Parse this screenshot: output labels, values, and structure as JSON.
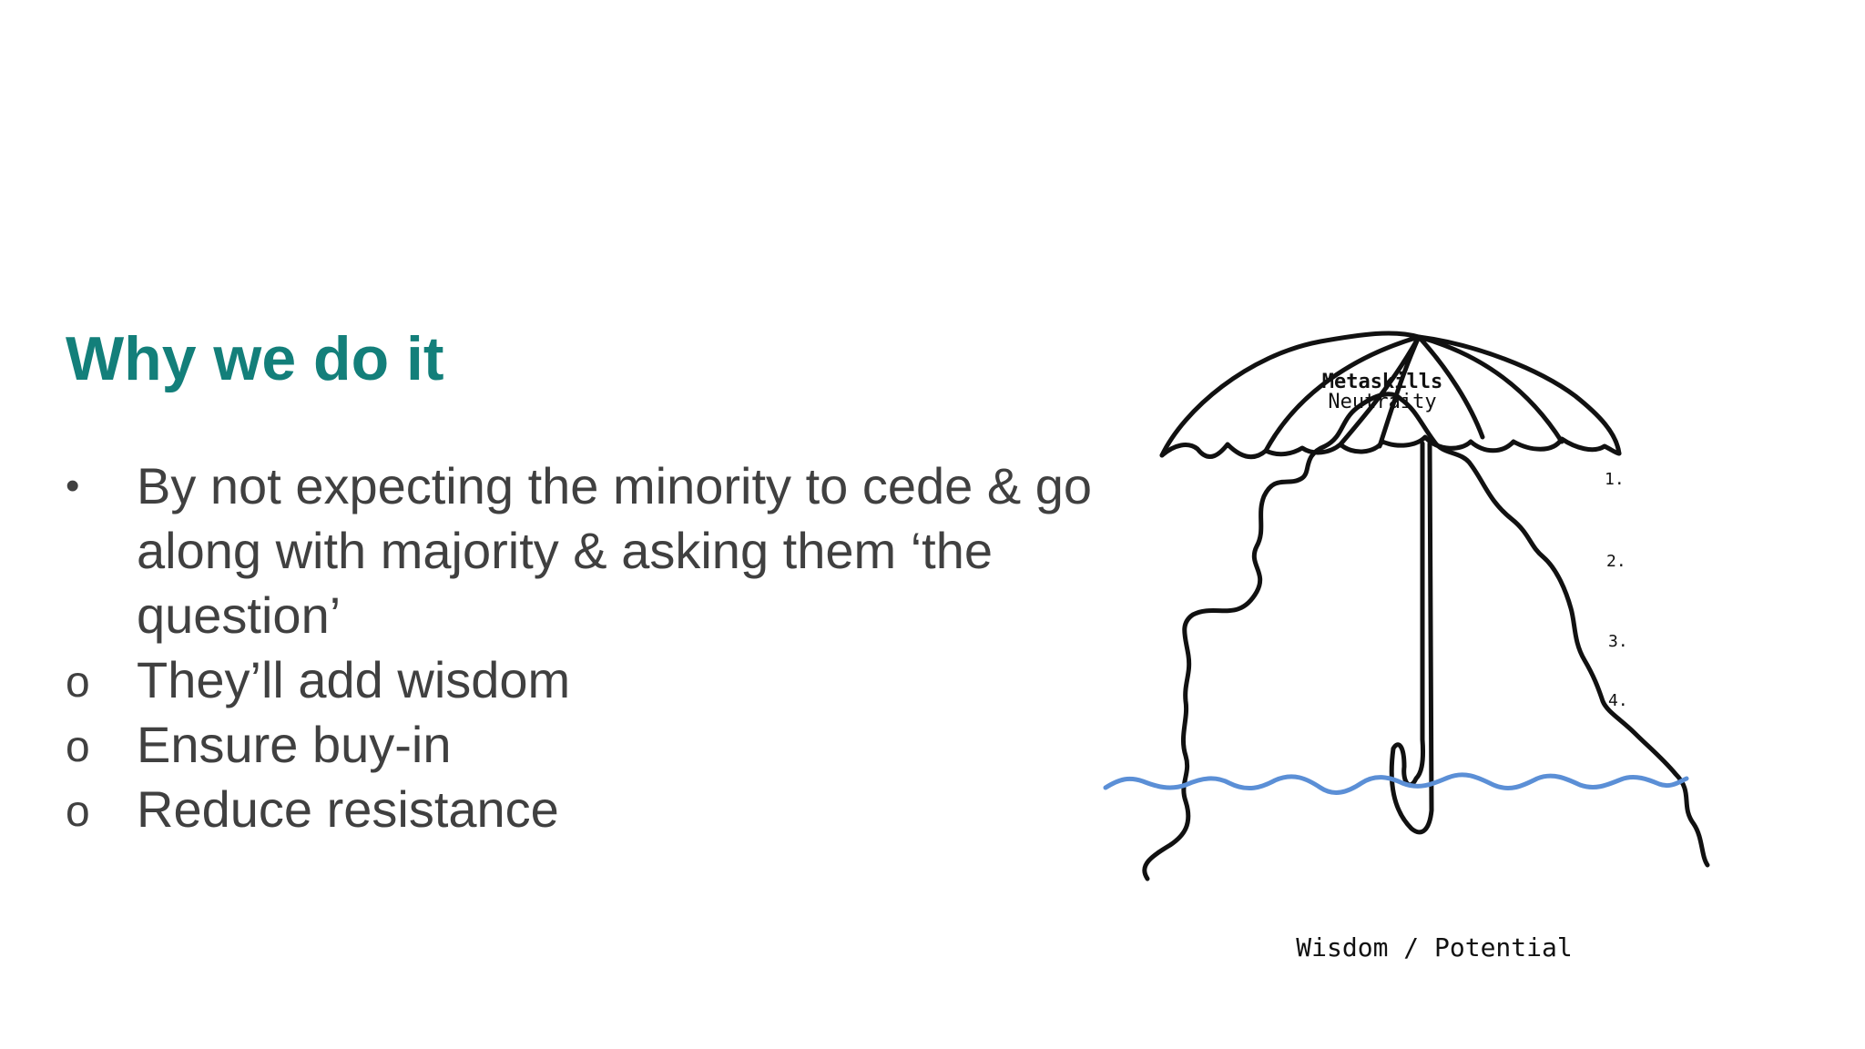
{
  "slide": {
    "title": "Why we do it",
    "bullets": [
      {
        "marker": "•",
        "text": "By not expecting the minority to cede & go along with majority & asking them ‘the question’"
      },
      {
        "marker": "o",
        "text": "They’ll add wisdom"
      },
      {
        "marker": "o",
        "text": "Ensure buy-in"
      },
      {
        "marker": "o",
        "text": "Reduce resistance"
      }
    ]
  },
  "illustration": {
    "umbrella_label_top": "Metaskills",
    "umbrella_label_bottom": "Neutraity",
    "levels": [
      "1.",
      "2.",
      "3.",
      "4."
    ],
    "caption": "Wisdom / Potential"
  }
}
